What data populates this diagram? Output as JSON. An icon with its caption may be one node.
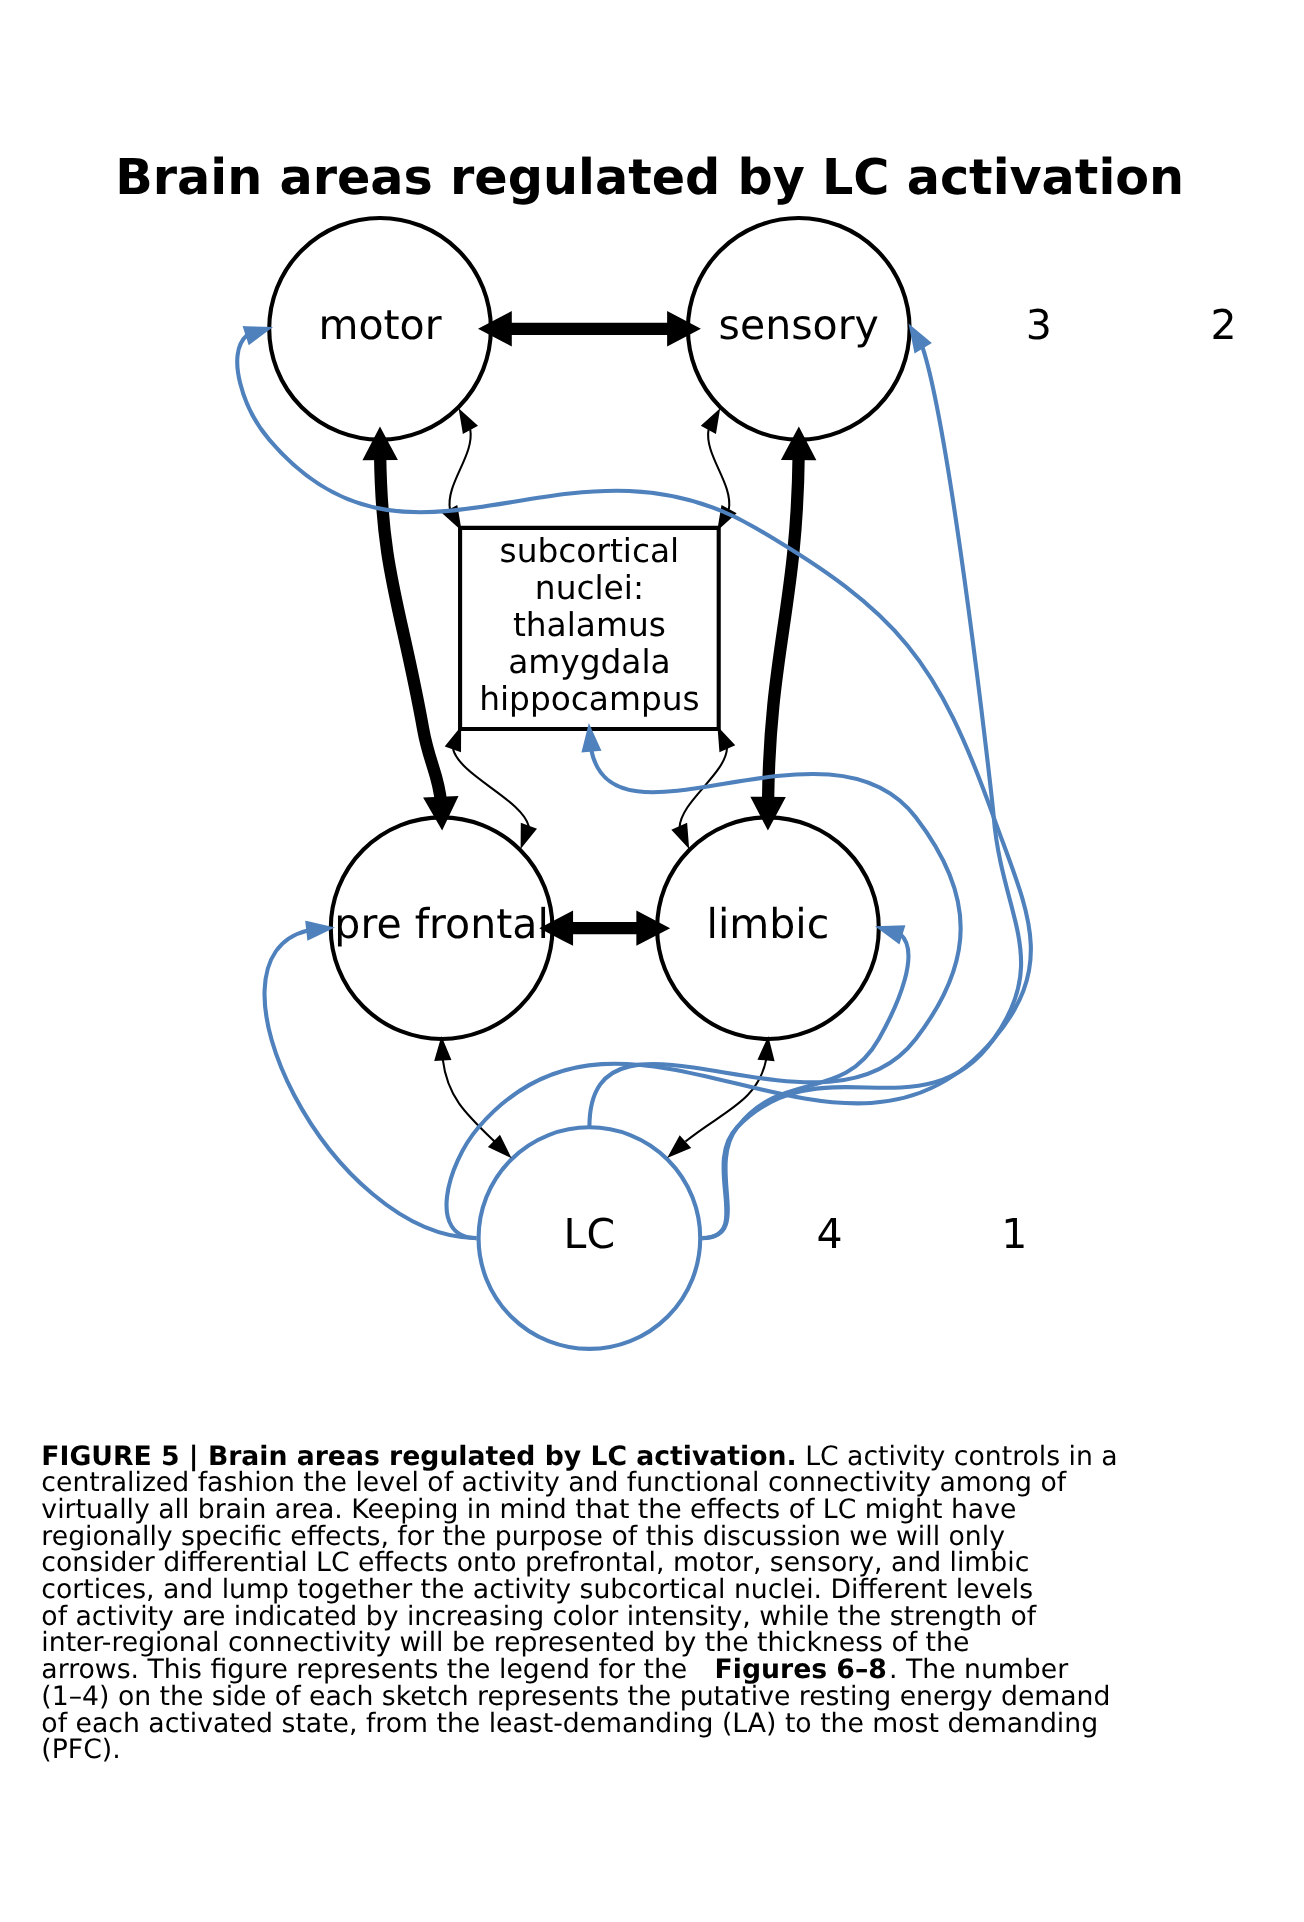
{
  "diagram": {
    "title": "Brain areas regulated by LC activation",
    "caption": "**FIGURE 5 | Brain areas regulated by LC activation.** LC activity controls in a centralized fashion the level of activity and functional connectivity among of virtually all brain area. Keeping in mind that the effects of LC might have regionally specific effects, for the purpose of this discussion we will only consider differential LC effects onto prefrontal, motor, sensory, and limbic cortices, and lump together the activity subcortical nuclei. Different levels of activity are indicated by increasing color intensity, while the strength of inter-regional connectivity will be represented by the thickness of the arrows. This figure represents the legend for the **Figures 6–8**. The number (1–4) on the side of each sketch represents the putative resting energy demand of each activated state, from the least-demanding (LA) to the most demanding (PFC).",
    "nodes": [
      {
        "text": [
          "motor"
        ]
      },
      {
        "text": [
          "sensory"
        ]
      },
      {
        "text": [
          "subcortical nuclei: thalamus amygdala hippocampus"
        ]
      },
      {
        "text": [
          "pre frontal"
        ]
      },
      {
        "text": [
          "limbic"
        ]
      },
      {
        "text": [
          "LC"
        ]
      }
    ],
    "edges": [
      {
        "from": 0,
        "to": 1,
        "arrow": "both",
        "style": "thick"
      },
      {
        "from": 0,
        "to": 3,
        "arrow": "both",
        "style": "thick"
      },
      {
        "from": 1,
        "to": 4,
        "arrow": "both",
        "style": "thick"
      },
      {
        "from": 3,
        "to": 4,
        "arrow": "both",
        "style": "thick"
      },
      {
        "from": 0,
        "to": 2,
        "arrow": "both"
      },
      {
        "from": 1,
        "to": 2,
        "arrow": "both"
      },
      {
        "from": 2,
        "to": 3,
        "arrow": "both"
      },
      {
        "from": 2,
        "to": 4,
        "arrow": "both"
      },
      {
        "from": 3,
        "to": 5,
        "arrow": "both"
      },
      {
        "from": 4,
        "to": 5,
        "arrow": "both"
      },
      {
        "from": 5,
        "to": 2,
        "arrow": "to",
        "color": "#4f81bd"
      },
      {
        "from": 5,
        "to": 0,
        "arrow": "to",
        "color": "#4f81bd"
      },
      {
        "from": 5,
        "to": 3,
        "arrow": "to",
        "color": "#4f81bd"
      },
      {
        "from": 5,
        "to": 1,
        "arrow": "to",
        "color": "#4f81bd"
      },
      {
        "from": 5,
        "to": 4,
        "arrow": "to",
        "color": "#4f81bd"
      }
    ],
    "labels": [
      "3",
      "2",
      "4",
      "1"
    ]
  }
}
